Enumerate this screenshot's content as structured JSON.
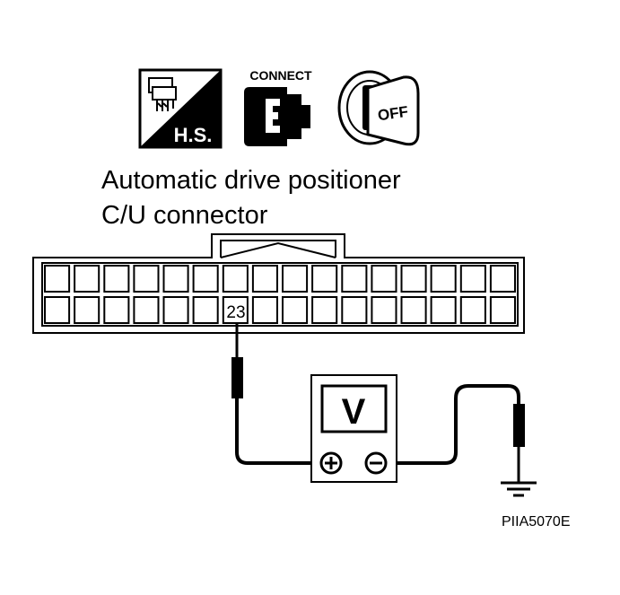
{
  "icons": {
    "hs_label": "H.S.",
    "connect_label": "CONNECT",
    "ignition_label": "OFF"
  },
  "title": {
    "line1": "Automatic drive positioner",
    "line2": "C/U connector"
  },
  "connector": {
    "terminal_label": "23",
    "columns": 16,
    "rows": 2
  },
  "meter": {
    "label": "V",
    "positive_symbol": "⊕",
    "negative_symbol": "⊖"
  },
  "figure_code": "PIIA5070E"
}
